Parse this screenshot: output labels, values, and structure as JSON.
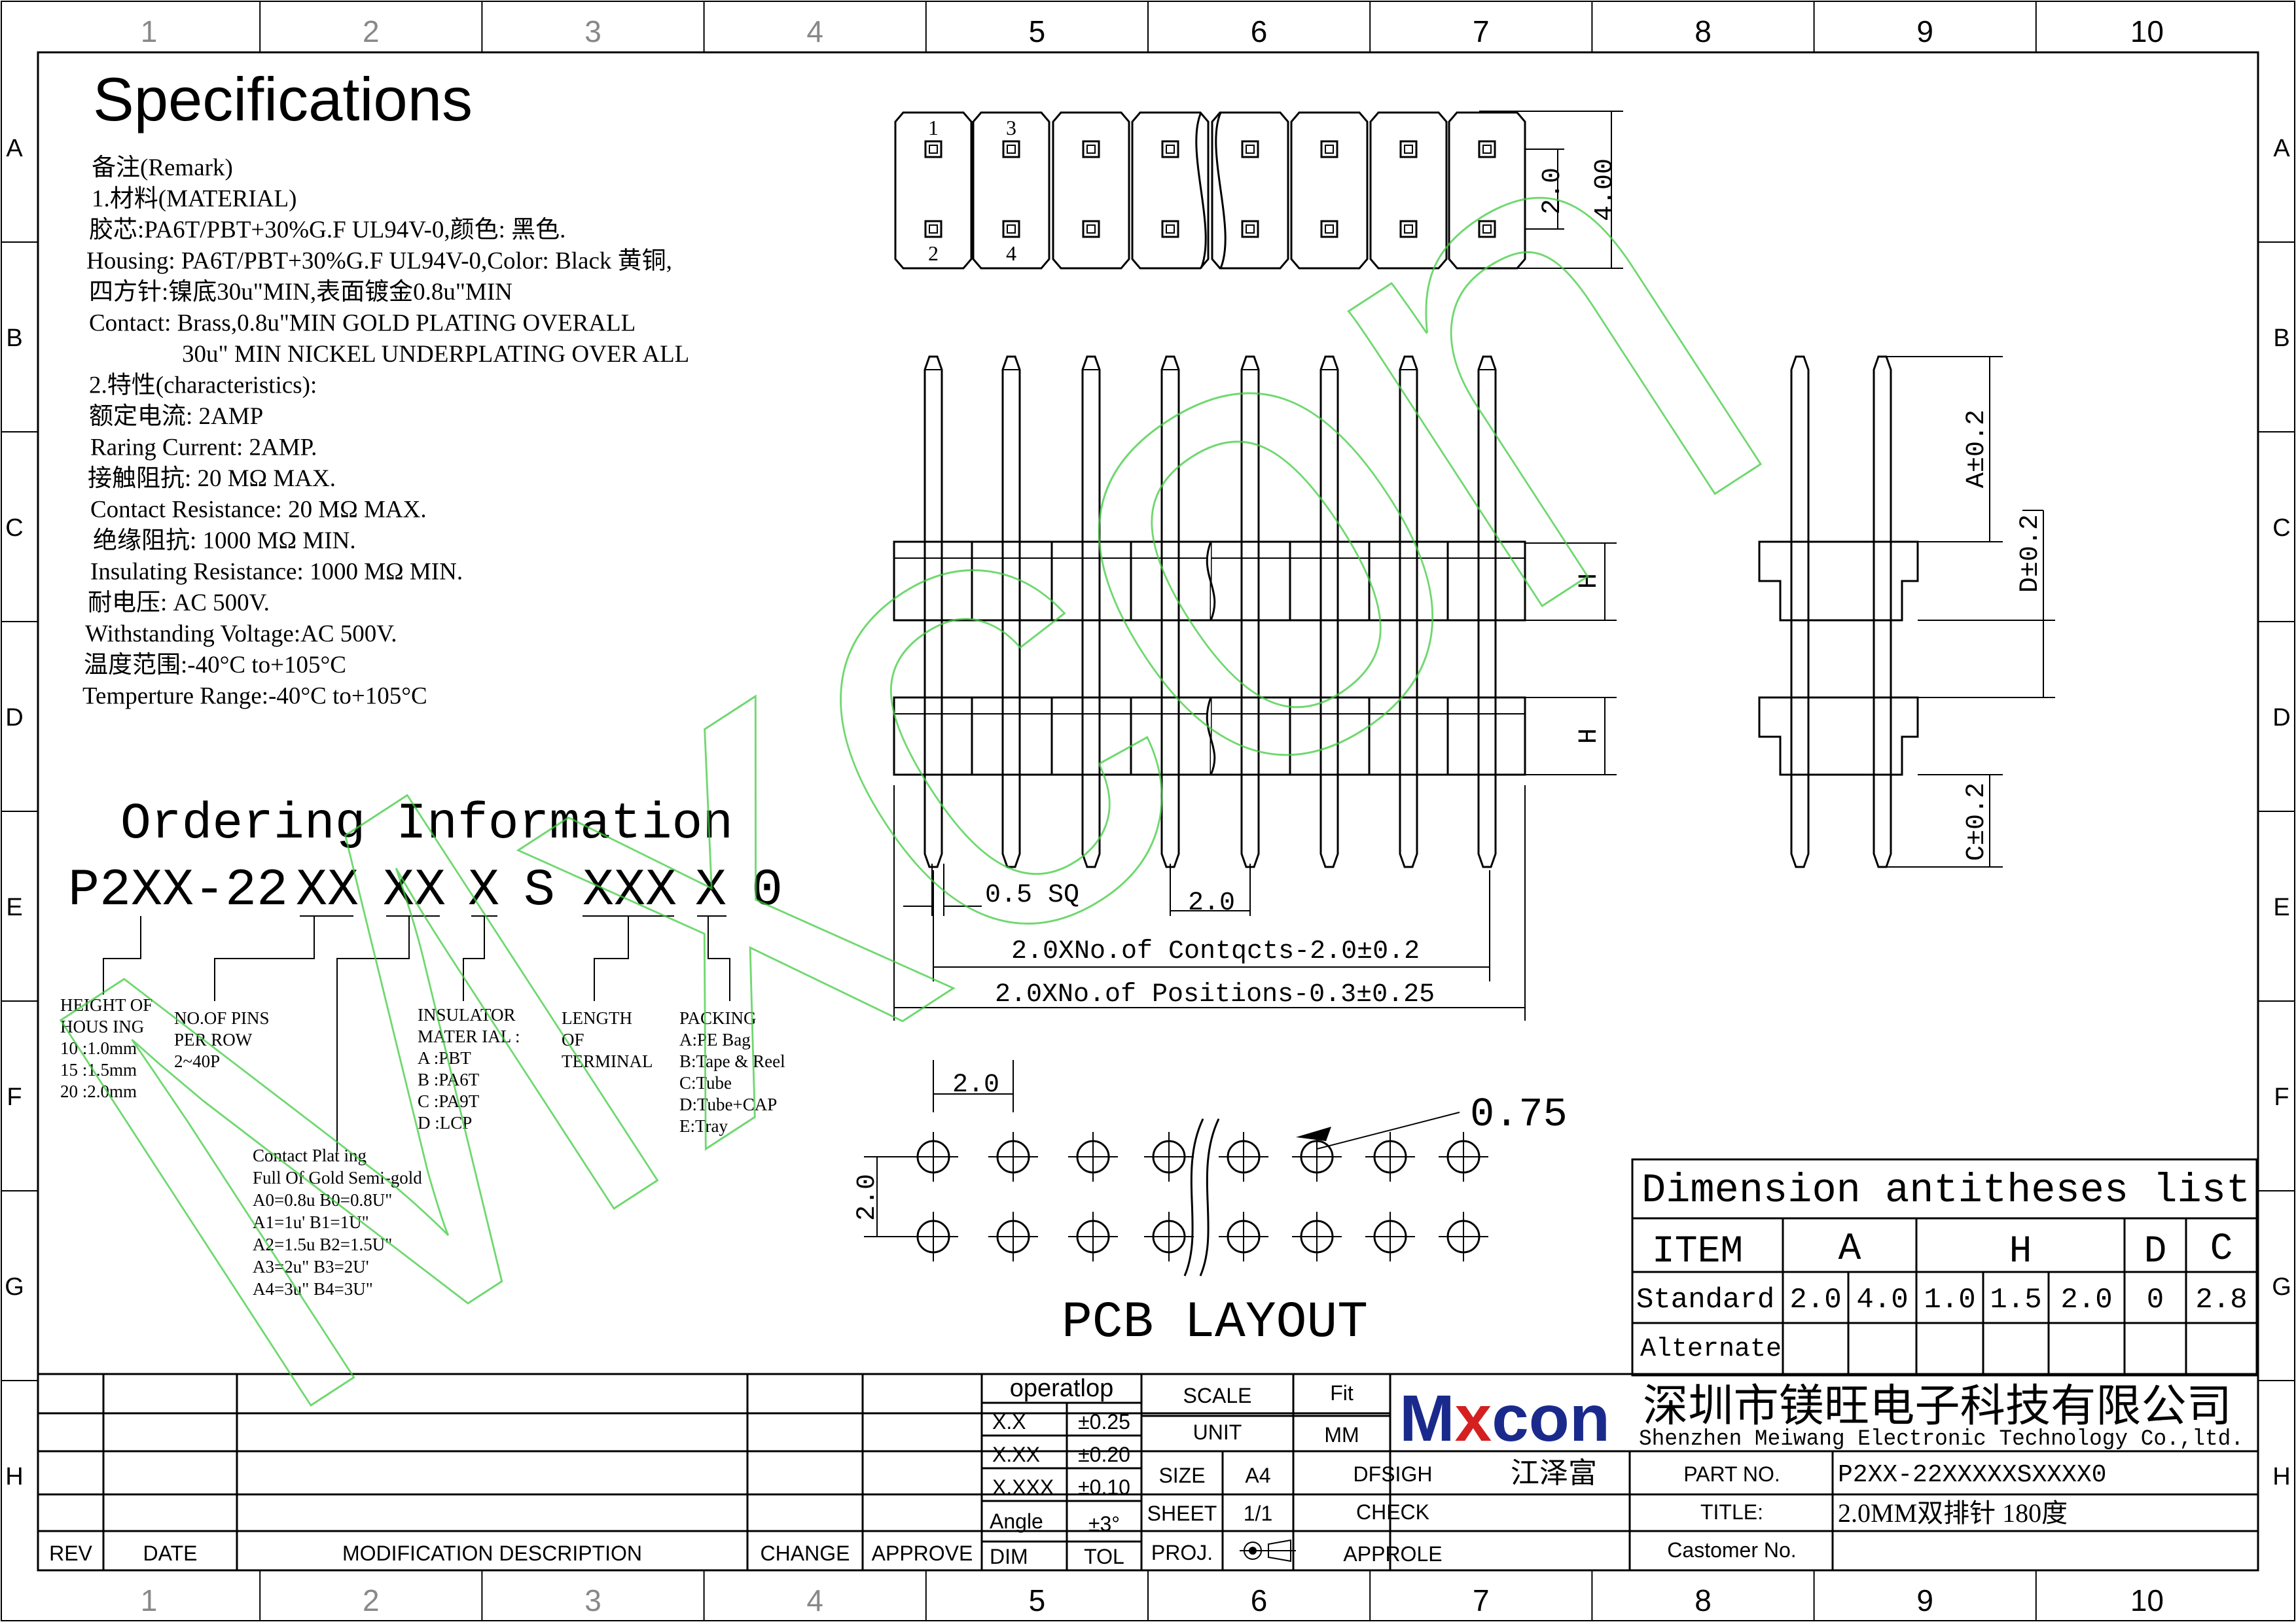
{
  "border": {
    "cols": [
      "1",
      "2",
      "3",
      "4",
      "5",
      "6",
      "7",
      "8",
      "9",
      "10"
    ],
    "rows": [
      "A",
      "B",
      "C",
      "D",
      "E",
      "F",
      "G",
      "H"
    ]
  },
  "specs": {
    "heading": "Specifications",
    "lines": [
      "备注(Remark)",
      "1.材料(MATERIAL)",
      "胶芯:PA6T/PBT+30%G.F UL94V-0,颜色: 黑色.",
      "Housing: PA6T/PBT+30%G.F UL94V-0,Color: Black 黄铜,",
      "四方针:镍底30u\"MIN,表面镀金0.8u\"MIN",
      "Contact: Brass,0.8u\"MIN GOLD PLATING OVERALL",
      "30u\" MIN NICKEL UNDERPLATING OVER ALL",
      "2.特性(characteristics):",
      "额定电流: 2AMP",
      "Raring Current: 2AMP.",
      "接触阻抗: 20 MΩ MAX.",
      "Contact Resistance: 20 MΩ MAX.",
      "绝缘阻抗: 1000 MΩ MIN.",
      "Insulating Resistance: 1000 MΩ MIN.",
      "耐电压: AC 500V.",
      "Withstanding Voltage:AC 500V.",
      "温度范围:-40°C to+105°C",
      "Temperture Range:-40°C to+105°C"
    ]
  },
  "ordering": {
    "title": "Ordering Information",
    "code": [
      "P2XX-22",
      "XX",
      "XX",
      "X",
      "S",
      "XXX",
      "X",
      "0"
    ],
    "height": [
      "HEIGHT OF",
      "HOUS ING",
      "10 :1.0mm",
      "15 :1.5mm",
      "20 :2.0mm"
    ],
    "pins": [
      "NO.OF PINS",
      "PER ROW",
      "2~40P"
    ],
    "insulator": [
      "INSULATOR",
      "MATER IAL :",
      "A :PBT",
      "B :PA6T",
      "C :PA9T",
      "D :LCP"
    ],
    "length": [
      "LENGTH",
      "OF",
      "TERMINAL"
    ],
    "packing": [
      "PACKING",
      "A:PE Bag",
      "B:Tape & Reel",
      "C:Tube",
      "D:Tube+CAP",
      "E:Tray"
    ],
    "plating": [
      "Contact Plat ing",
      "Full Of Gold Semi-gold",
      "A0=0.8u B0=0.8U\"",
      "A1=1u' B1=1U\"",
      "A2=1.5u B2=1.5U\"",
      "A3=2u\" B3=2U'",
      "A4=3u\" B4=3U\""
    ]
  },
  "drawing": {
    "pin_numbers": [
      "1",
      "3",
      "2",
      "4"
    ],
    "dim_pitch_v": "2.0",
    "dim_width": "4.00",
    "dim_h": "H",
    "dim_a": "A±0.2",
    "dim_d": "D±0.2",
    "dim_c": "C±0.2",
    "dim_sq": "0.5 SQ",
    "dim_pitch": "2.0",
    "dim_contacts": "2.0XNo.of  Contqcts-2.0±0.2",
    "dim_positions": "2.0XNo.of  Positions-0.3±0.25",
    "pcb_pitch": "2.0",
    "pcb_pitch_v": "2.0",
    "pcb_hole": "0.75",
    "pcb_label": "PCB LAYOUT"
  },
  "dim_table": {
    "title": "Dimension  antitheses list",
    "headers": [
      "ITEM",
      "A",
      "H",
      "D",
      "C"
    ],
    "standard": [
      "Standard",
      "2.0",
      "4.0",
      "1.0",
      "1.5",
      "2.0",
      "0",
      "2.8"
    ],
    "alternate": "Alternate"
  },
  "title_block": {
    "rev": "REV",
    "date": "DATE",
    "mod": "MODIFICATION DESCRIPTION",
    "change": "CHANGE",
    "approve": "APPROVE",
    "operatlop": "operatlop",
    "tol": [
      [
        "X.X",
        "±0.25"
      ],
      [
        "X.XX",
        "±0.20"
      ],
      [
        "X.XXX",
        "±0.10"
      ],
      [
        "Angle",
        "±3°"
      ],
      [
        "DIM",
        "TOL"
      ]
    ],
    "scale": "SCALE",
    "fit": "Fit",
    "unit": "UNIT",
    "mm": "MM",
    "size": "SIZE",
    "a4": "A4",
    "dfsigh": "DFSIGH",
    "designer": "江泽富",
    "sheet": "SHEET",
    "sheet_val": "1/1",
    "check": "CHECK",
    "proj": "PROJ.",
    "approle": "APPROLE",
    "logo": "Mxcon",
    "company_cn": "深圳市镁旺电子科技有限公司",
    "company_en": "Shenzhen Meiwang Electronic Technology Co.,ltd.",
    "part_no_label": "PART NO.",
    "part_no": "P2XX-22XXXXXSXXXX0",
    "title_label": "TITLE:",
    "title": "2.0MM双排针  180度",
    "customer": "Castomer No."
  },
  "watermark": "Mxcon",
  "colors": {
    "ink": "#000000",
    "logo_blue": "#1a2a8c",
    "logo_red": "#d42020",
    "watermark": "#3fcc3f"
  }
}
